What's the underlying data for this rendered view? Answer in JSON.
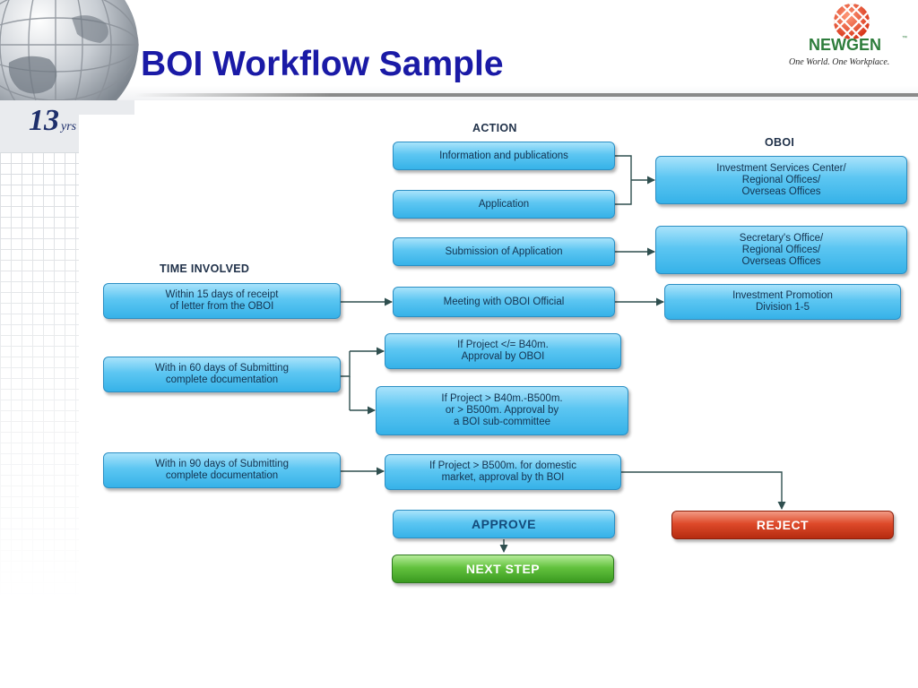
{
  "slide": {
    "title": "BOI Workflow Sample",
    "logo_name": "NEWGEN",
    "logo_tm": "™",
    "logo_tagline": "One World. One Workplace.",
    "badge_number": "13",
    "badge_suffix": "yrs"
  },
  "diagram": {
    "headings": {
      "action": "ACTION",
      "oboi": "OBOI",
      "time": "TIME INVOLVED"
    },
    "action_steps": [
      "Information and publications",
      "Application",
      "Submission of Application",
      "Meeting with OBOI Official",
      "If Project </= B40m.\nApproval by OBOI",
      "If Project > B40m.-B500m.\nor > B500m. Approval by\na BOI sub-committee",
      "If Project > B500m. for domestic\nmarket, approval by th BOI"
    ],
    "oboi_offices": [
      "Investment Services Center/\nRegional Offices/\nOverseas Offices",
      "Secretary's Office/\nRegional Offices/\nOverseas Offices",
      "Investment Promotion\nDivision 1-5"
    ],
    "time_involved": [
      "Within 15 days of receipt\nof letter from the OBOI",
      "With in 60 days of  Submitting\ncomplete documentation",
      "With in 90 days of  Submitting\ncomplete documentation"
    ],
    "outcomes": {
      "approve": "APPROVE",
      "reject": "REJECT",
      "next_step": "NEXT STEP"
    }
  },
  "colors": {
    "title": "#1a1aa6",
    "box_blue": "#36b2e8",
    "reject_red": "#d6401f",
    "next_green": "#4fb02e",
    "connector": "#2f4f4f"
  }
}
